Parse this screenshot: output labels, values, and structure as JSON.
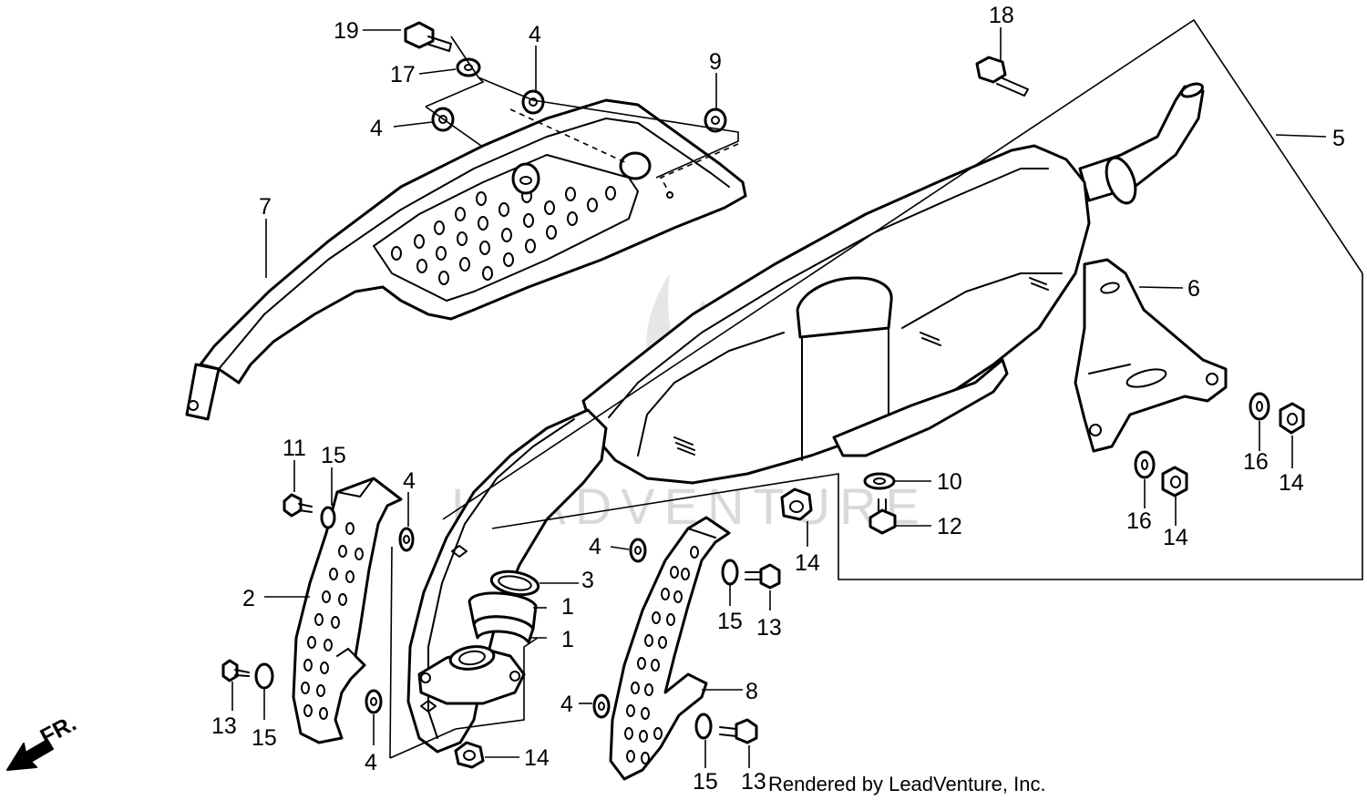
{
  "diagram": {
    "callouts": [
      {
        "id": "c19a",
        "label": "19"
      },
      {
        "id": "c17",
        "label": "17"
      },
      {
        "id": "c4a",
        "label": "4"
      },
      {
        "id": "c4b",
        "label": "4"
      },
      {
        "id": "c9",
        "label": "9"
      },
      {
        "id": "c18",
        "label": "18"
      },
      {
        "id": "c5",
        "label": "5"
      },
      {
        "id": "c7",
        "label": "7"
      },
      {
        "id": "c6",
        "label": "6"
      },
      {
        "id": "c11",
        "label": "11"
      },
      {
        "id": "c15a",
        "label": "15"
      },
      {
        "id": "c4c",
        "label": "4"
      },
      {
        "id": "c2",
        "label": "2"
      },
      {
        "id": "c10",
        "label": "10"
      },
      {
        "id": "c12",
        "label": "12"
      },
      {
        "id": "c16a",
        "label": "16"
      },
      {
        "id": "c14a",
        "label": "14"
      },
      {
        "id": "c16b",
        "label": "16"
      },
      {
        "id": "c14b",
        "label": "14"
      },
      {
        "id": "c14c",
        "label": "14"
      },
      {
        "id": "c4d",
        "label": "4"
      },
      {
        "id": "c3",
        "label": "3"
      },
      {
        "id": "c1a",
        "label": "1"
      },
      {
        "id": "c1b",
        "label": "1"
      },
      {
        "id": "c15b",
        "label": "15"
      },
      {
        "id": "c13a",
        "label": "13"
      },
      {
        "id": "c8",
        "label": "8"
      },
      {
        "id": "c13b",
        "label": "13"
      },
      {
        "id": "c15c",
        "label": "15"
      },
      {
        "id": "c4e",
        "label": "4"
      },
      {
        "id": "c4f",
        "label": "4"
      },
      {
        "id": "c14d",
        "label": "14"
      },
      {
        "id": "c15d",
        "label": "15"
      },
      {
        "id": "c13c",
        "label": "13"
      }
    ],
    "front_indicator": "FR.",
    "credit": "Rendered by LeadVenture, Inc.",
    "watermark": "LEADVENTURE"
  }
}
